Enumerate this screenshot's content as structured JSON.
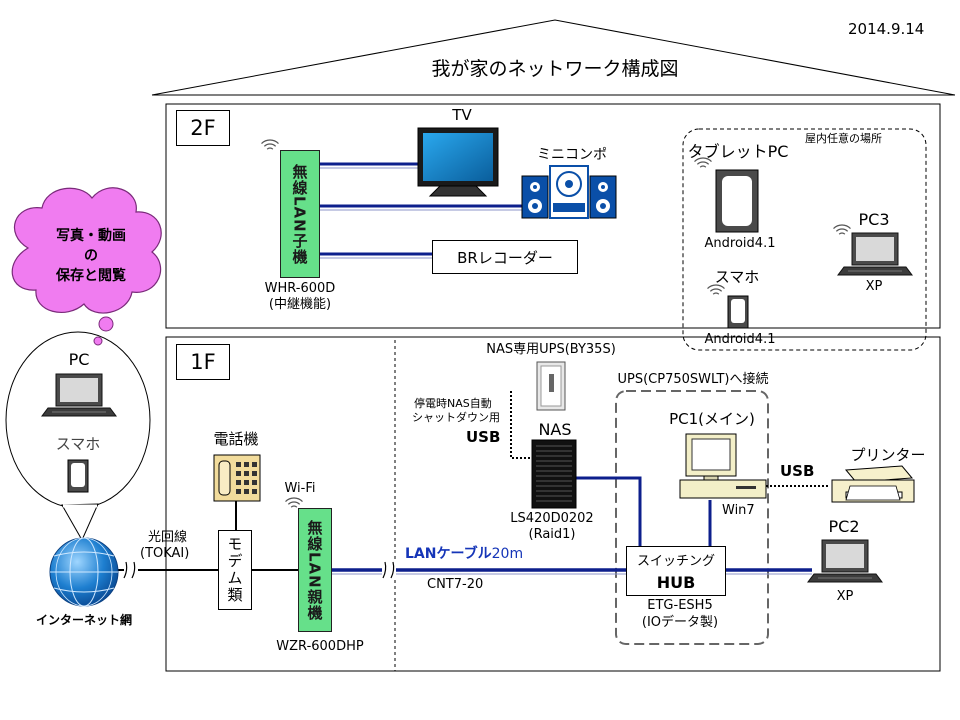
{
  "date": "2014.9.14",
  "title": "我が家のネットワーク構成図",
  "floors": {
    "upper": "2F",
    "lower": "1F"
  },
  "cloud": {
    "lines": [
      "写真・動画",
      "の",
      "保存と閲覧"
    ]
  },
  "remote": {
    "pc_label": "PC",
    "phone_label": "スマホ"
  },
  "internet": {
    "label": "インターネット網",
    "line_label": "光回線",
    "line_provider": "(TOKAI)"
  },
  "upstairs": {
    "ap_label": "無線LAN子機",
    "ap_model": "WHR-600D",
    "ap_note": "(中継機能)",
    "tv_label": "TV",
    "stereo_label": "ミニコンポ",
    "recorder_label": "BRレコーダー",
    "anywhere_label": "屋内任意の場所",
    "tablet_label": "タブレットPC",
    "tablet_os": "Android4.1",
    "phone_label": "スマホ",
    "phone_os": "Android4.1",
    "pc3_label": "PC3",
    "pc3_os": "XP"
  },
  "downstairs": {
    "phone_label": "電話機",
    "modem_label": "モデム類",
    "wifi_label": "Wi-Fi",
    "router_label": "無線LAN親機",
    "router_model": "WZR-600DHP",
    "cable_label_bold": "LANケーブル",
    "cable_length": "20m",
    "cable_model": "CNT7-20",
    "ups_nas_label": "NAS専用UPS(BY35S)",
    "shutdown_note_1": "停電時NAS自動",
    "shutdown_note_2": "シャットダウン用",
    "usb_label_left": "USB",
    "nas_label": "NAS",
    "nas_model": "LS420D0202",
    "nas_raid": "(Raid1)",
    "ups_label": "UPS(CP750SWLT)へ接続",
    "pc1_label": "PC1(メイン)",
    "pc1_os": "Win7",
    "usb_label_right": "USB",
    "printer_label": "プリンター",
    "hub_line1": "スイッチング",
    "hub_line2": "HUB",
    "hub_model": "ETG-ESH5",
    "hub_maker": "(IOデータ製)",
    "pc2_label": "PC2",
    "pc2_os": "XP"
  }
}
